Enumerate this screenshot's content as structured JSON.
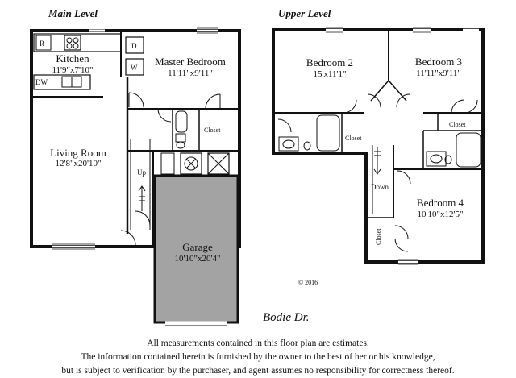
{
  "levels": {
    "main": "Main Level",
    "upper": "Upper Level"
  },
  "rooms": {
    "kitchen": {
      "name": "Kitchen",
      "dim": "11'9\"x7'10\""
    },
    "master_bedroom": {
      "name": "Master Bedroom",
      "dim": "11'11\"x9'11\""
    },
    "living_room": {
      "name": "Living Room",
      "dim": "12'8\"x20'10\""
    },
    "garage": {
      "name": "Garage",
      "dim": "10'10\"x20'4\""
    },
    "bedroom2": {
      "name": "Bedroom 2",
      "dim": "15'x11'1\""
    },
    "bedroom3": {
      "name": "Bedroom 3",
      "dim": "11'11\"x9'11\""
    },
    "bedroom4": {
      "name": "Bedroom 4",
      "dim": "10'10\"x12'5\""
    }
  },
  "fixtures": {
    "refrigerator": "R",
    "dishwasher": "DW",
    "dryer": "D",
    "washer": "W",
    "up": "Up",
    "down": "Down",
    "closet": "Closet"
  },
  "copyright": "© 2016",
  "street": "Bodie Dr.",
  "disclaimer": [
    "All measurements contained in this floor plan are estimates.",
    "The information contained herein is furnished by the owner to the best of her or his knowledge,",
    "but is subject to verification by the purchaser, and agent assumes no responsibility for correctness thereof."
  ],
  "colors": {
    "garage_fill": "#a3a3a3",
    "wall": "#111111"
  }
}
